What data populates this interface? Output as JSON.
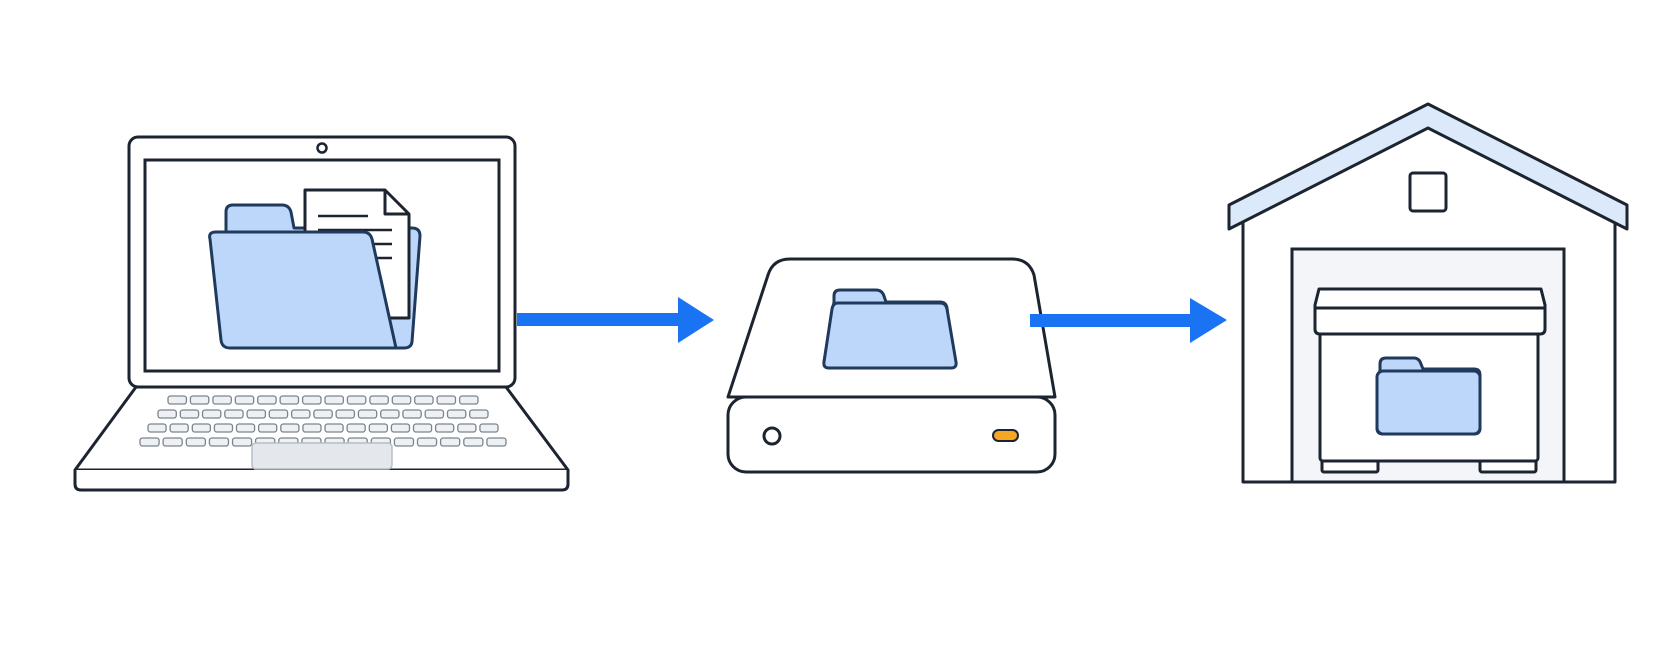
{
  "diagram": {
    "stages": [
      {
        "id": "laptop",
        "icon": "laptop-icon"
      },
      {
        "id": "external-drive",
        "icon": "external-drive-icon"
      },
      {
        "id": "storage-garage",
        "icon": "garage-storage-icon"
      }
    ],
    "connections": [
      {
        "from": "laptop",
        "to": "external-drive",
        "icon": "arrow-right-icon"
      },
      {
        "from": "external-drive",
        "to": "storage-garage",
        "icon": "arrow-right-icon"
      }
    ]
  },
  "colors": {
    "stroke": "#1c2430",
    "folder_fill": "#bdd7fb",
    "folder_stroke": "#1f3a5c",
    "arrow": "#1a73f2",
    "roof_fill": "#dce9fb",
    "door_fill": "#f3f5f8",
    "trackpad": "#e4e7eb",
    "key": "#eef1f4",
    "led": "#f5a623",
    "paper": "#ffffff"
  }
}
